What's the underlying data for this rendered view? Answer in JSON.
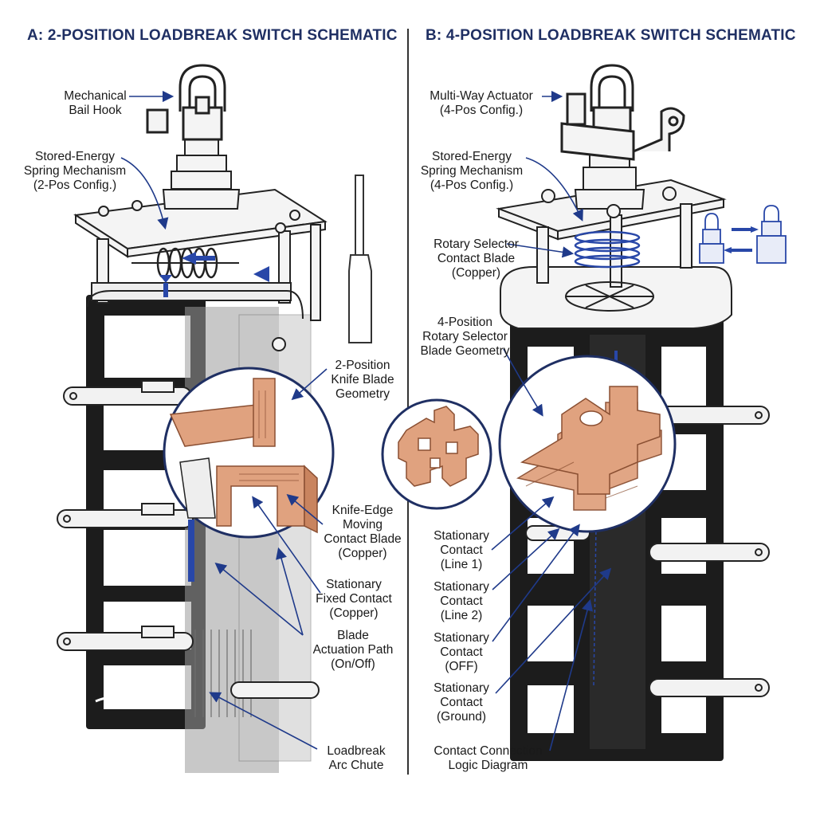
{
  "panels": {
    "a": {
      "title": "A: 2-POSITION LOADBREAK SWITCH SCHEMATIC",
      "callouts": {
        "bail_hook": "Mechanical\nBail Hook",
        "spring": "Stored-Energy\nSpring Mechanism\n(2-Pos Config.)",
        "blade_geometry": "2-Position\nKnife Blade\nGeometry",
        "moving_blade": "Knife-Edge\nMoving\nContact Blade\n(Copper)",
        "fixed_contact": "Stationary\nFixed Contact\n(Copper)",
        "actuation_path": "Blade\nActuation Path\n(On/Off)",
        "arc_chute": "Loadbreak\nArc Chute"
      }
    },
    "b": {
      "title": "B: 4-POSITION LOADBREAK SWITCH SCHEMATIC",
      "callouts": {
        "actuator": "Multi-Way Actuator\n(4-Pos Config.)",
        "spring": "Stored-Energy\nSpring Mechanism\n(4-Pos Config.)",
        "rotary_blade": "Rotary Selector\nContact Blade\n(Copper)",
        "blade_geometry": "4-Position\nRotary Selector\nBlade Geometry",
        "line1": "Stationary\nContact\n(Line 1)",
        "line2": "Stationary\nContact\n(Line 2)",
        "off": "Stationary\nContact\n(OFF)",
        "ground": "Stationary\nContact\n(Ground)",
        "logic": "Contact Connection\nLogic Diagram"
      }
    }
  },
  "colors": {
    "title": "#1f2f63",
    "leader": "#1f3a8a",
    "copper": "#e0a27f",
    "copper_dark": "#b8704d",
    "frame": "#1c1c1c",
    "metal": "#f2f2f2"
  }
}
